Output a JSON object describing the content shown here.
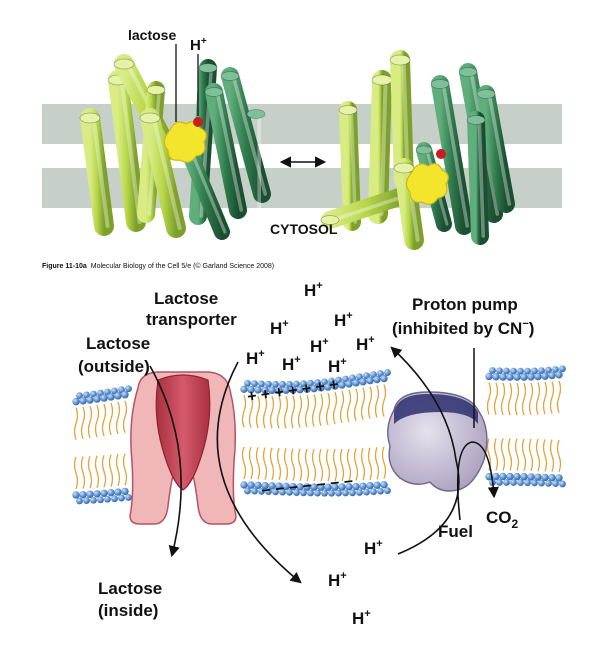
{
  "top_panel": {
    "label_lactose": "lactose",
    "label_h": "H",
    "label_h_sup": "+",
    "label_cytosol": "CYTOSOL",
    "caption_bold": "Figure 11-10a",
    "caption_rest": "Molecular Biology of the Cell 5/e (© Garland Science 2008)"
  },
  "bottom_panel": {
    "lactose_transporter_line1": "Lactose",
    "lactose_transporter_line2": "transporter",
    "lactose_outside_line1": "Lactose",
    "lactose_outside_line2": "(outside)",
    "lactose_inside_line1": "Lactose",
    "lactose_inside_line2": "(inside)",
    "proton_pump_line1": "Proton pump",
    "proton_pump_line2": "(inhibited by CN",
    "proton_pump_line2_sup": "−",
    "proton_pump_line2_end": ")",
    "fuel": "Fuel",
    "co2_main": "CO",
    "co2_sub": "2",
    "h_label": "H",
    "h_sup": "+",
    "plus_charges": "+ + + + + + +",
    "minus_charges": "− − − − − − −"
  },
  "colors": {
    "light_green": "#b7d64a",
    "dark_green": "#2f7a4c",
    "lactose_yellow": "#f2e52c",
    "proton_red": "#c8201e",
    "membrane_gray": "#c7d0c8",
    "lipid_head_blue": "#5a8fd0",
    "lipid_tail_orange": "#e0a43a",
    "transporter_red": "#c64a5c",
    "transporter_pink": "#f1b7b8",
    "pump_lilac": "#c9c0d6",
    "pump_navy": "#2d2f6e"
  }
}
